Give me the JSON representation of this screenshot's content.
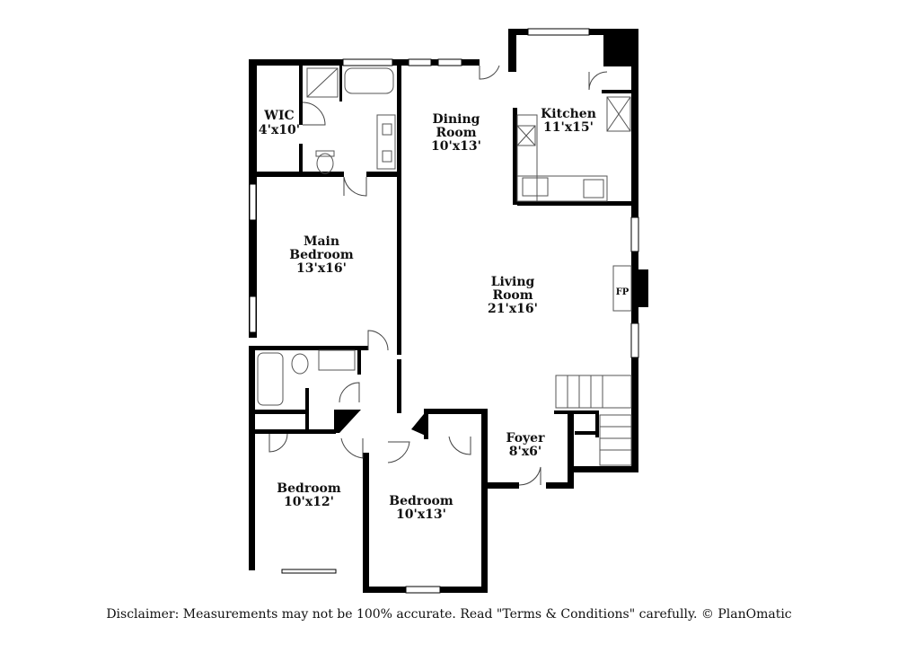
{
  "rooms": {
    "wic": {
      "name": "WIC",
      "size": "4'x10'"
    },
    "dining": {
      "name_line1": "Dining",
      "name_line2": "Room",
      "size": "10'x13'"
    },
    "kitchen": {
      "name": "Kitchen",
      "size": "11'x15'"
    },
    "main_bedroom": {
      "name_line1": "Main",
      "name_line2": "Bedroom",
      "size": "13'x16'"
    },
    "living": {
      "name_line1": "Living",
      "name_line2": "Room",
      "size": "21'x16'"
    },
    "foyer": {
      "name": "Foyer",
      "size": "8'x6'"
    },
    "bedroom_left": {
      "name": "Bedroom",
      "size": "10'x12'"
    },
    "bedroom_right": {
      "name": "Bedroom",
      "size": "10'x13'"
    }
  },
  "fireplace_label": "FP",
  "disclaimer": "Disclaimer: Measurements may not be 100% accurate. Read \"Terms & Conditions\" carefully. © PlanOmatic",
  "colors": {
    "wall": "#000000",
    "fixture": "#555555",
    "background": "#ffffff"
  }
}
